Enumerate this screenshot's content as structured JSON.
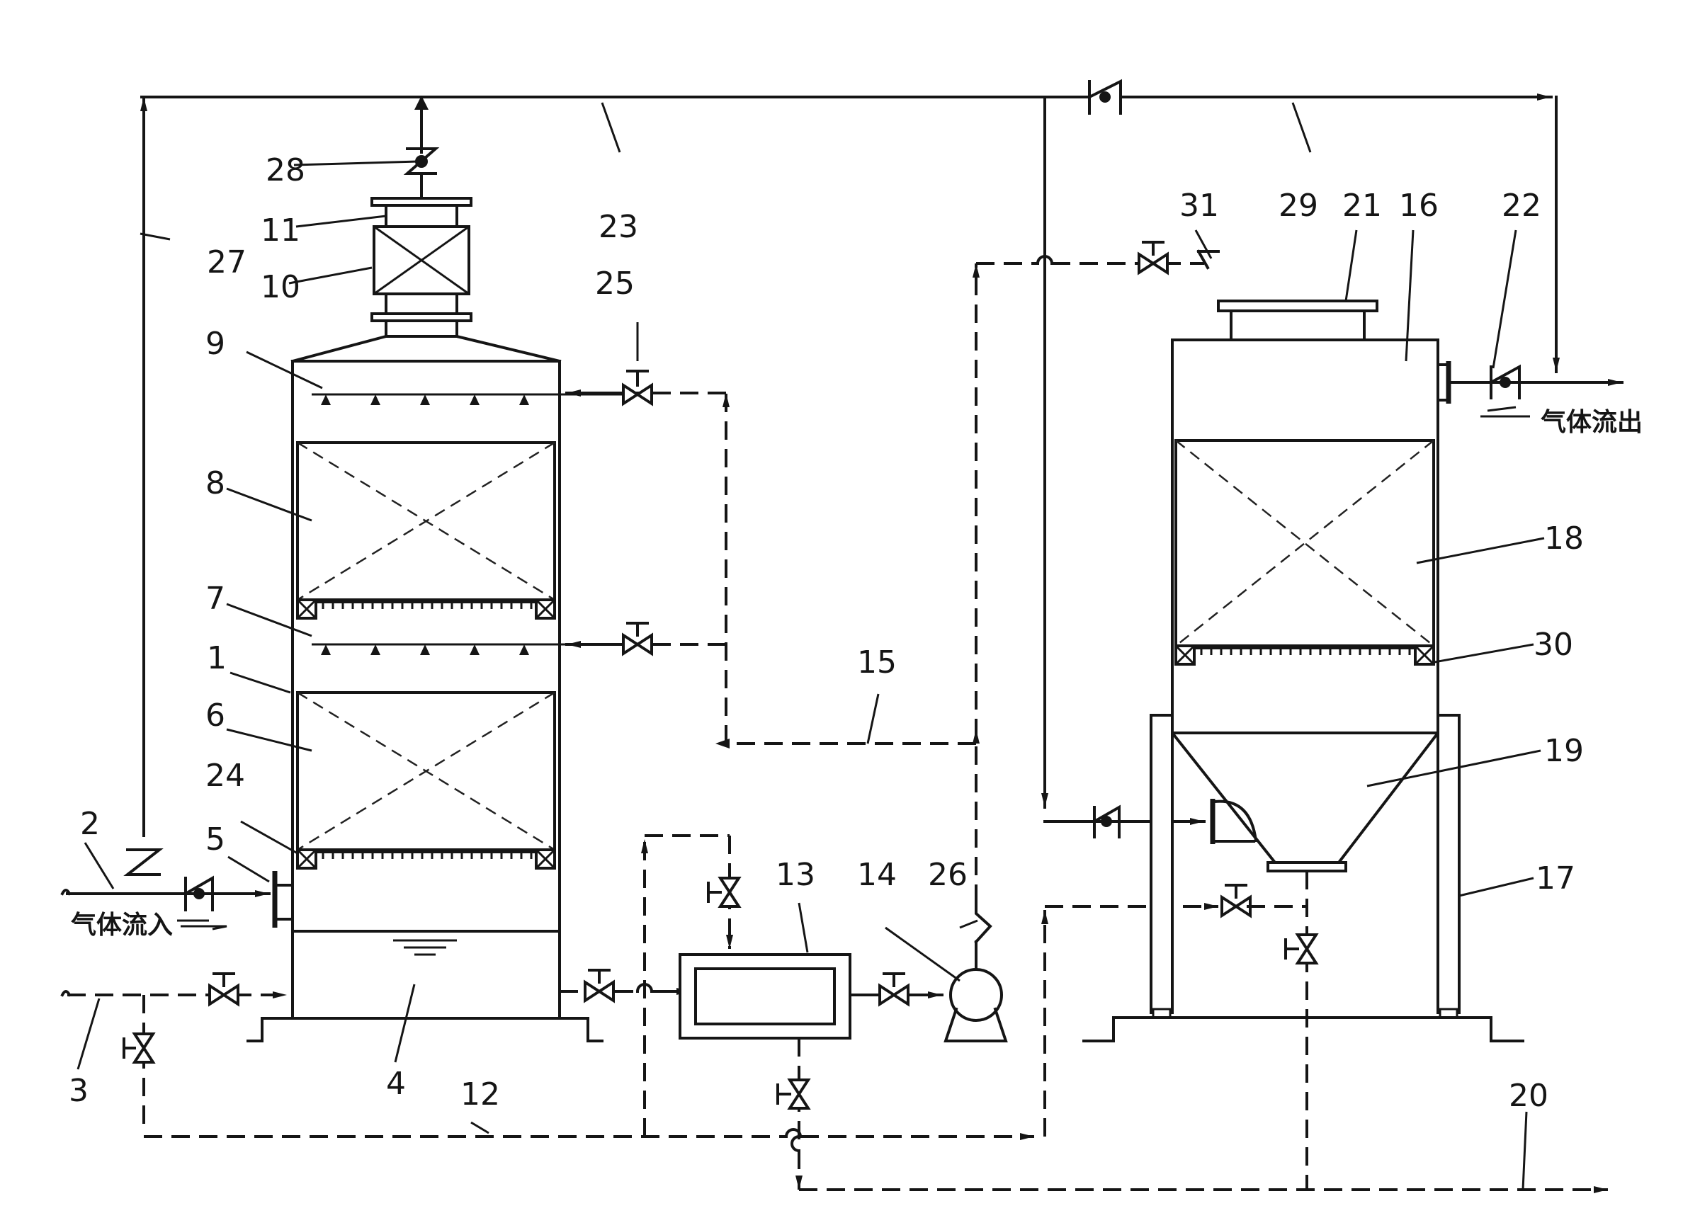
{
  "text": {
    "gas_in": "气体流入",
    "gas_out": "气体流出"
  },
  "labels": {
    "n1": "1",
    "n2": "2",
    "n3": "3",
    "n4": "4",
    "n5": "5",
    "n6": "6",
    "n7": "7",
    "n8": "8",
    "n9": "9",
    "n10": "10",
    "n11": "11",
    "n12": "12",
    "n13": "13",
    "n14": "14",
    "n15": "15",
    "n16": "16",
    "n17": "17",
    "n18": "18",
    "n19": "19",
    "n20": "20",
    "n21": "21",
    "n22": "22",
    "n23": "23",
    "n24": "24",
    "n25": "25",
    "n26": "26",
    "n27": "27",
    "n28": "28",
    "n29": "29",
    "n30": "30",
    "n31": "31"
  }
}
